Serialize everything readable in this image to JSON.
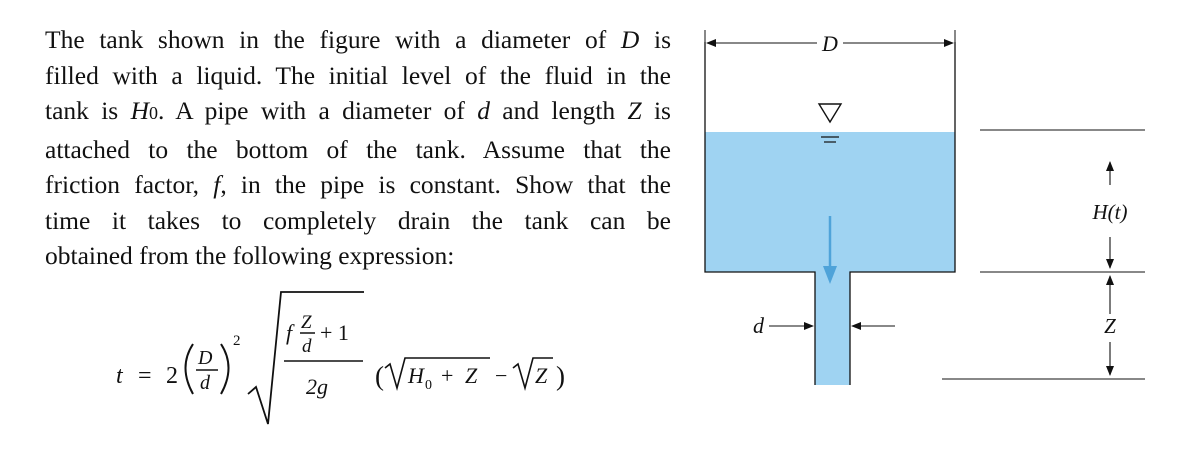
{
  "problem": {
    "lines": [
      [
        "The tank shown in the figure with a diameter of ",
        {
          "i": "D"
        },
        " is"
      ],
      [
        "filled with a liquid. The initial level of the fluid in the"
      ],
      [
        "tank is ",
        {
          "i": "H"
        },
        {
          "sub": "0"
        },
        ". A pipe with a diameter of ",
        {
          "i": "d"
        },
        " and length ",
        {
          "i": "Z"
        },
        " is"
      ],
      [
        "attached to the bottom of the tank. Assume that the"
      ],
      [
        "friction factor, ",
        {
          "i": "f"
        },
        ", in the pipe is constant. Show that the"
      ],
      [
        "time it takes to completely drain the tank can be"
      ],
      [
        "obtained from the following expression:"
      ]
    ]
  },
  "equation": {
    "lhs": "t",
    "equals": "=",
    "coef": "2",
    "D": "D",
    "d": "d",
    "power": "2",
    "f": "f",
    "Z": "Z",
    "plus_one": "+ 1",
    "denominator": "2g",
    "H0": "H",
    "H0_sub": "0",
    "plus": "+",
    "minus": "−"
  },
  "figure": {
    "label_D": "D",
    "label_d": "d",
    "label_H": "H(t)",
    "label_Z": "Z",
    "liquid_color": "#9fd3f2",
    "arrow_color": "#4fa3d9"
  }
}
